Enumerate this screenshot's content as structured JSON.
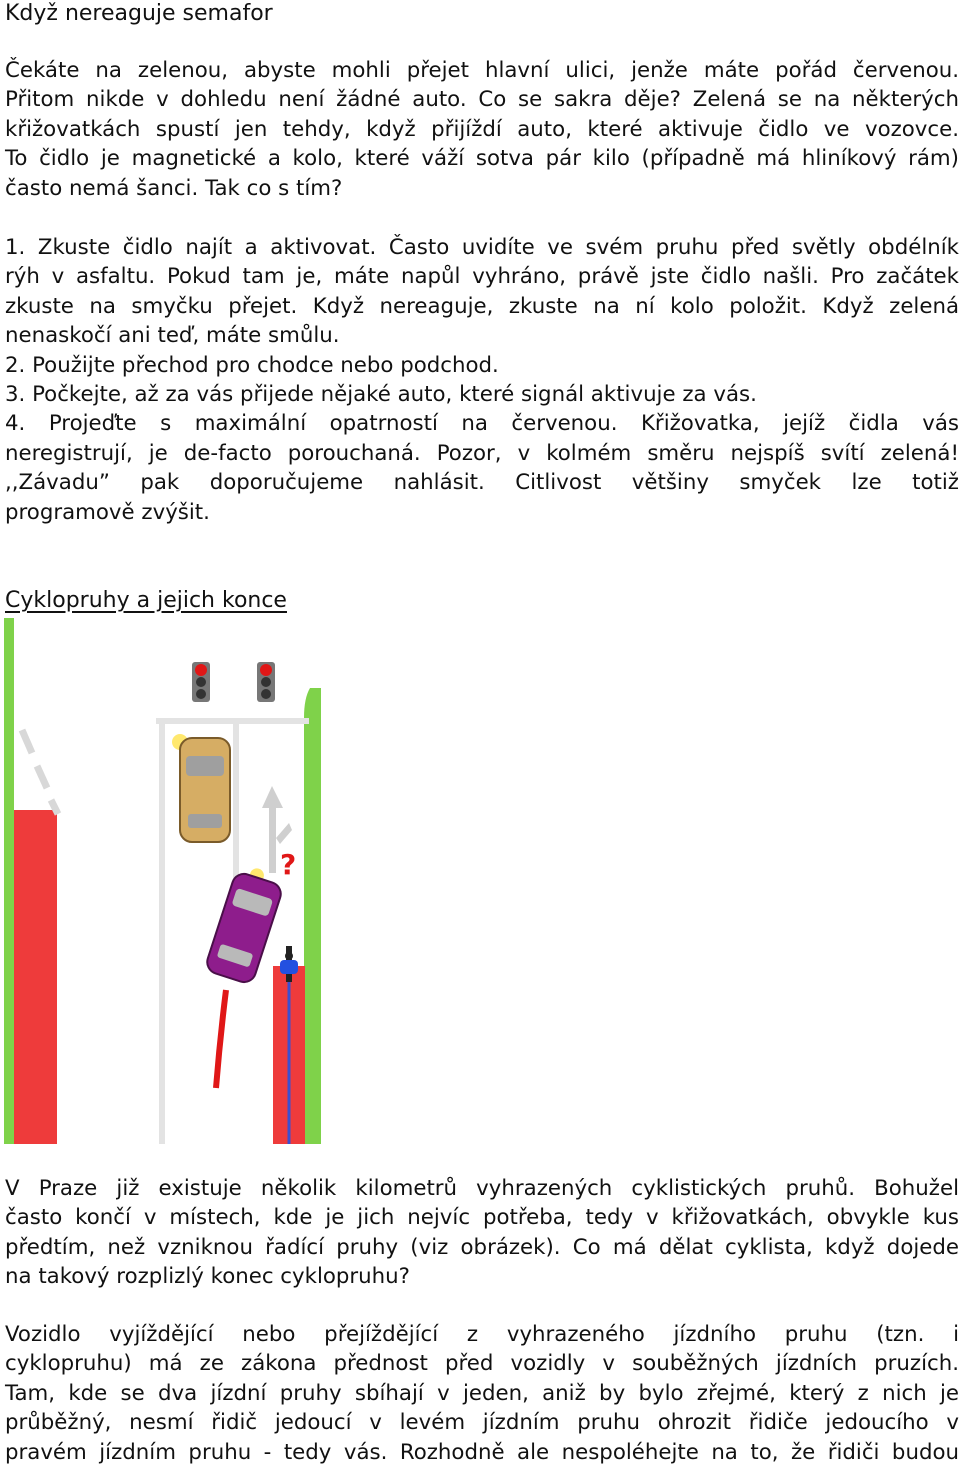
{
  "section1": {
    "title": "Když nereaguje semafor",
    "intro_lines": [
      "Čekáte na zelenou, abyste mohli přejet hlavní ulici, jenže máte pořád červenou.",
      "Přitom nikde v dohledu není žádné auto. Co se sakra děje? Zelená se na některých",
      "křižovatkách spustí jen tehdy, když přijíždí auto, které aktivuje čidlo ve vozovce.",
      "To čidlo je magnetické a kolo, které váží sotva pár kilo (případně má hliníkový rám)",
      "často nemá šanci. Tak co s tím?"
    ],
    "list_lines": [
      "1. Zkuste čidlo najít a aktivovat. Často uvidíte ve svém pruhu před světly obdélník",
      "rýh v asfaltu. Pokud tam je, máte napůl vyhráno, právě jste čidlo našli. Pro začátek",
      "zkuste na smyčku přejet. Když nereaguje, zkuste na ní kolo položit. Když zelená",
      "nenaskočí ani teď, máte smůlu.",
      "2. Použijte přechod pro chodce nebo podchod.",
      "3. Počkejte, až za vás přijede nějaké auto, které signál aktivuje za vás.",
      "4. Projeďte s maximální opatrností na červenou. Křižovatka, jejíž čidla vás",
      "neregistrují, je de-facto porouchaná. Pozor, v kolmém směru nejspíš svítí zelená!",
      ",,Závadu” pak doporučujeme nahlásit. Citlivost většiny smyček lze totiž",
      "programově zvýšit."
    ]
  },
  "section2": {
    "title": "Cyklopruhy a jejich konce",
    "figure_question_mark": "?",
    "para1_lines": [
      "V Praze již existuje několik kilometrů vyhrazených cyklistických pruhů. Bohužel",
      "často končí v místech, kde je jich nejvíc potřeba, tedy v křižovatkách, obvykle kus",
      "předtím, než vzniknou řadící pruhy (viz obrázek). Co má dělat cyklista, když dojede",
      "na takový rozplizlý konec cyklopruhu?"
    ],
    "para2_lines": [
      "Vozidlo vyjíždějící nebo přejíždějící z vyhrazeného jízdního pruhu (tzn. i",
      "cyklopruhu) má ze zákona přednost před vozidly v souběžných jízdních pruzích.",
      "Tam, kde se dva jízdní pruhy sbíhají v jeden, aniž by bylo zřejmé, který z nich je",
      "průběžný, nesmí řidič jedoucí v levém jízdním pruhu ohrozit řidiče jedoucího v",
      "pravém jízdním pruhu - tedy vás. Rozhodně ale nespoléhejte na to, že řidiči budou"
    ]
  }
}
